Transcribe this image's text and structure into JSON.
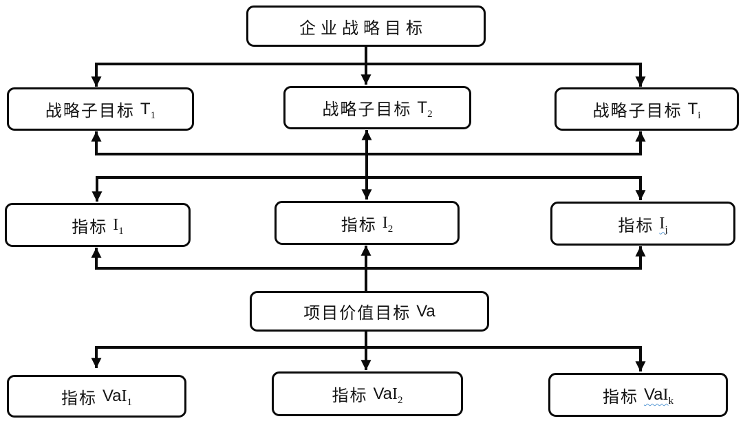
{
  "diagram": {
    "boxes": {
      "strategic": {
        "cjk": "企业战略目标",
        "latin": "",
        "latin2": "",
        "sub": ""
      },
      "t1": {
        "cjk": "战略子目标",
        "latin": "T",
        "latin2": "",
        "sub": "1"
      },
      "t2": {
        "cjk": "战略子目标",
        "latin": "T",
        "latin2": "",
        "sub": "2"
      },
      "ti": {
        "cjk": "战略子目标",
        "latin": "T",
        "latin2": "",
        "sub": "i"
      },
      "i1": {
        "cjk": "指标",
        "latin": "",
        "latin2": "I",
        "sub": "1"
      },
      "i2": {
        "cjk": "指标",
        "latin": "",
        "latin2": "I",
        "sub": "2"
      },
      "ij": {
        "cjk": "指标",
        "latin": "",
        "latin2": "I",
        "sub": "j"
      },
      "va": {
        "cjk": "项目价值目标",
        "latin": "Va",
        "latin2": "",
        "sub": ""
      },
      "v1": {
        "cjk": "指标",
        "latin": "Va",
        "latin2": "I",
        "sub": "1"
      },
      "v2": {
        "cjk": "指标",
        "latin": "Va",
        "latin2": "I",
        "sub": "2"
      },
      "vk": {
        "cjk": "指标",
        "latin": "Va",
        "latin2": "I",
        "sub": "k"
      }
    },
    "colors": {
      "line": "#0a0a0a",
      "box_border": "#0a0a0a",
      "box_fill": "#ffffff",
      "spellcheck_underline": "#5b9bd5"
    }
  }
}
